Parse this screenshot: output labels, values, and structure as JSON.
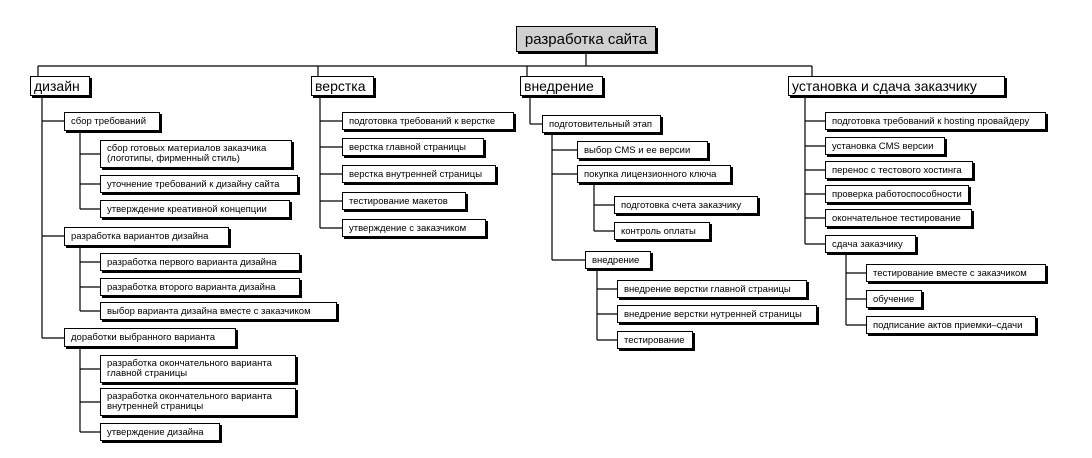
{
  "root": "разработка сайта",
  "branches": {
    "design": {
      "label": "дизайн",
      "req": {
        "label": "сбор требований",
        "items": [
          "сбор готовых материалов заказчика (логотипы, фирменный стиль)",
          "уточнение требований к дизайну сайта",
          "утверждение креативной концепции"
        ]
      },
      "variants": {
        "label": "разработка вариантов дизайна",
        "items": [
          "разработка первого варианта дизайна",
          "разработка второго варианта дизайна",
          "выбор варианта дизайна вместе с заказчиком"
        ]
      },
      "finish": {
        "label": "доработки выбранного варианта",
        "items": [
          "разработка окончательного варианта главной страницы",
          "разработка окончательного варианта внутренней страницы",
          "утверждение дизайна"
        ]
      }
    },
    "layout": {
      "label": "верстка",
      "items": [
        "подготовка требований к верстке",
        "верстка главной страницы",
        "верстка внутренней страницы",
        "тестирование макетов",
        "утверждение с заказчиком"
      ]
    },
    "implementation": {
      "label": "внедрение",
      "prep": {
        "label": "подготовительный этап",
        "cms": "выбор CMS и ее версии",
        "license": {
          "label": "покупка лицензионного ключа",
          "items": [
            "подготовка счета заказчику",
            "контроль оплаты"
          ]
        }
      },
      "deploy": {
        "label": "внедрение",
        "items": [
          "внедрение верстки главной страницы",
          "внедрение верстки нутренней страницы",
          "тестирование"
        ]
      }
    },
    "delivery": {
      "label": "установка и сдача заказчику",
      "items": [
        "подготовка требований к hosting провайдеру",
        "установка CMS версии",
        "перенос с тестового хостинга",
        "проверка работоспособности",
        "окончательное тестирование"
      ],
      "handover": {
        "label": "сдача заказчику",
        "items": [
          "тестирование вместе с заказчиком",
          "обучение",
          "подписание актов приемки–сдачи"
        ]
      }
    }
  }
}
